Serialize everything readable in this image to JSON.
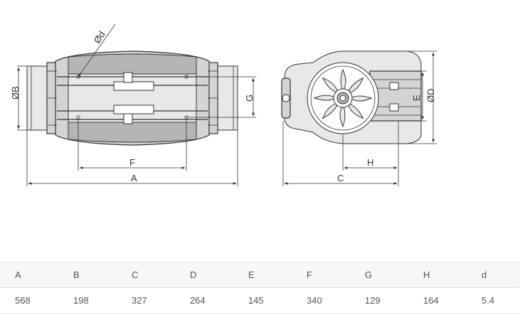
{
  "diagram": {
    "labels": {
      "d": "Ød",
      "B": "ØB",
      "G": "G",
      "F": "F",
      "A": "A",
      "E": "E",
      "D": "ØD",
      "H": "H",
      "C": "C"
    }
  },
  "table": {
    "headers": [
      "A",
      "B",
      "C",
      "D",
      "E",
      "F",
      "G",
      "H",
      "d"
    ],
    "values": [
      "568",
      "198",
      "327",
      "264",
      "145",
      "340",
      "129",
      "164",
      "5.4"
    ]
  }
}
